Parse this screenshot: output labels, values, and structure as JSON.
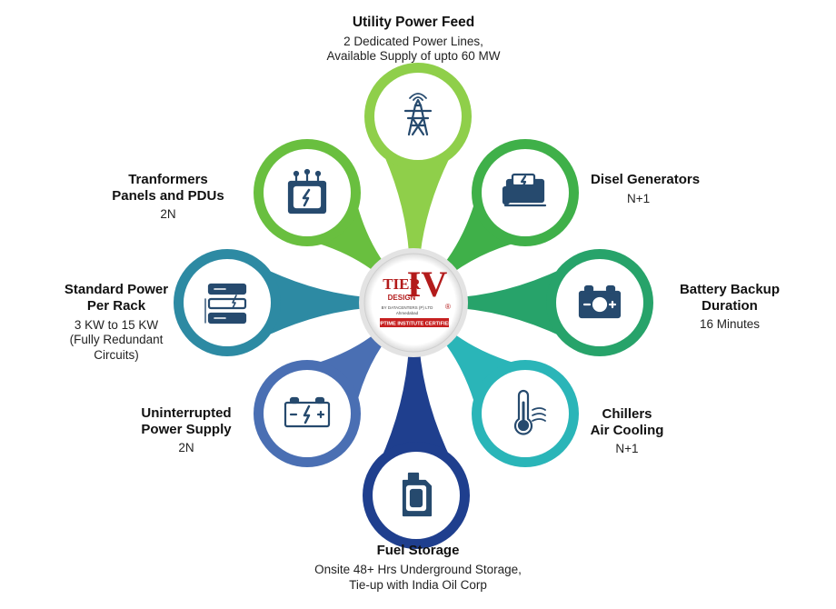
{
  "center": {
    "logo_main": "IV",
    "logo_sub": "TIER",
    "logo_design": "DESIGN",
    "logo_fine": "BY DATACENTERS (P) LTD",
    "logo_fine2": "Ahmedabad",
    "banner": "UPTIME INSTITUTE CERTIFIED",
    "registered": "®"
  },
  "nodes": [
    {
      "key": "utility",
      "title": "Utility Power Feed",
      "desc": [
        "2 Dedicated Power Lines,",
        "Available Supply of upto 60 MW"
      ],
      "color": "#8fcf4a",
      "icon": "power-tower-icon"
    },
    {
      "key": "diesel",
      "title": "Disel Generators",
      "desc": [
        "N+1"
      ],
      "color": "#3fb049",
      "icon": "generator-icon"
    },
    {
      "key": "battery",
      "title": "Battery Backup Duration",
      "title_lines": [
        "Battery Backup",
        "Duration"
      ],
      "desc": [
        "16 Minutes"
      ],
      "color": "#27a36a",
      "icon": "battery-icon"
    },
    {
      "key": "chillers",
      "title": "Chillers Air Cooling",
      "title_lines": [
        "Chillers",
        "Air Cooling"
      ],
      "desc": [
        "N+1"
      ],
      "color": "#2ab5b8",
      "icon": "thermometer-icon"
    },
    {
      "key": "fuel",
      "title": "Fuel Storage",
      "desc": [
        "Onsite 48+ Hrs Underground Storage,",
        "Tie-up with India Oil Corp"
      ],
      "color": "#1f3f8e",
      "icon": "fuel-can-icon"
    },
    {
      "key": "ups",
      "title": "Uninterrupted Power Supply",
      "title_lines": [
        "Uninterrupted",
        "Power Supply"
      ],
      "desc": [
        "2N"
      ],
      "color": "#4a6fb3",
      "icon": "ups-battery-icon"
    },
    {
      "key": "rack",
      "title": "Standard Power Per Rack",
      "title_lines": [
        "Standard Power",
        "Per Rack"
      ],
      "desc": [
        "3 KW  to 15 KW",
        "(Fully Redundant",
        "Circuits)"
      ],
      "color": "#2d8aa3",
      "icon": "server-rack-icon"
    },
    {
      "key": "transformers",
      "title": "Tranformers Panels and PDUs",
      "title_lines": [
        "Tranformers",
        "Panels  and PDUs"
      ],
      "desc": [
        "2N"
      ],
      "color": "#69bf3f",
      "icon": "transformer-icon"
    }
  ]
}
